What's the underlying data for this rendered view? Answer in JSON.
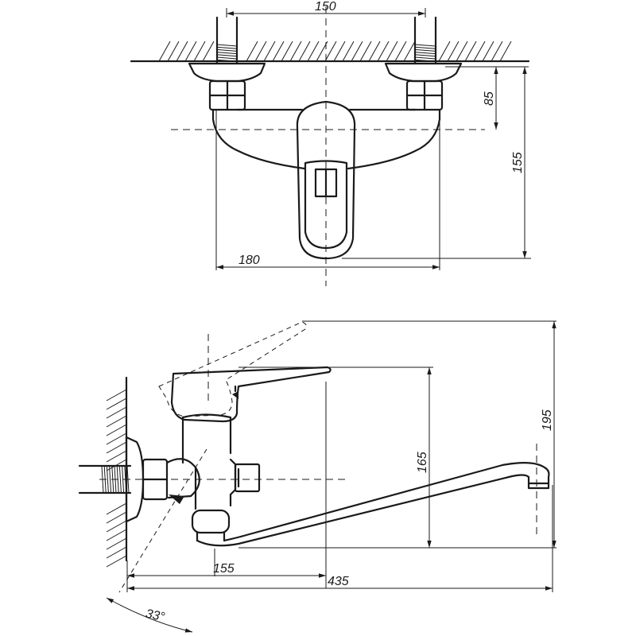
{
  "front_view": {
    "dimensions": {
      "top_width": "150",
      "body_width": "180",
      "height_85": "85",
      "height_155": "155"
    }
  },
  "side_view": {
    "dimensions": {
      "height_165": "165",
      "height_195": "195",
      "reach_155": "155",
      "reach_435": "435",
      "angle": "33°"
    }
  }
}
